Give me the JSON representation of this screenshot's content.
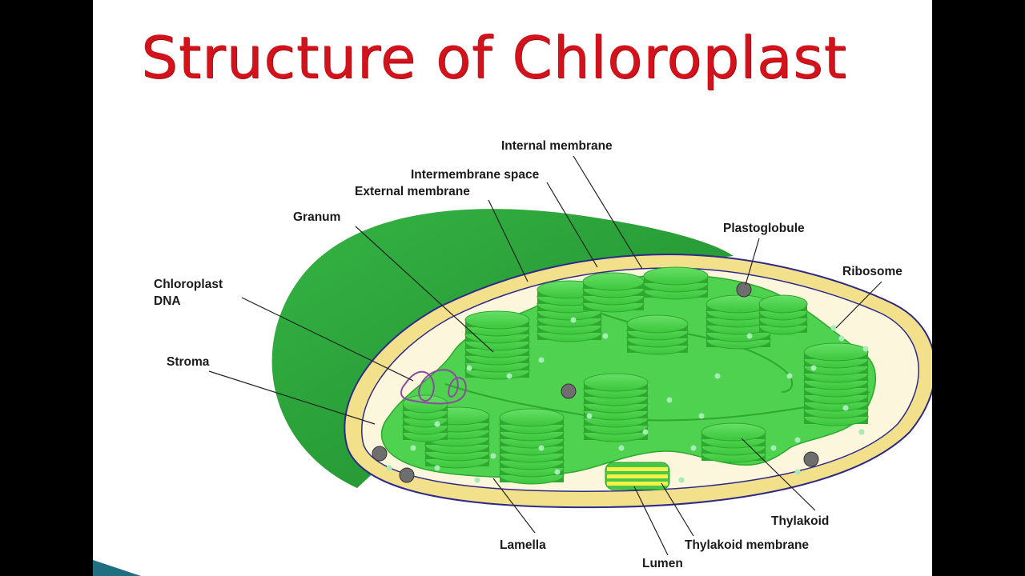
{
  "slide": {
    "title": "Structure of Chloroplast"
  },
  "colors": {
    "title": "#d2131c",
    "outer_membrane": "#2e9e3a",
    "intermembrane": "#f3e08a",
    "stroma": "#fbf6dc",
    "thylakoid": "#4fd24f",
    "thylakoid_dark": "#2ea82e",
    "lumen": "#f7f14a",
    "plastoglobule": "#6e6e6e",
    "ribosome": "#a6ecb8",
    "dna": "#8e4a9e"
  },
  "labels": {
    "internal_membrane": "Internal membrane",
    "intermembrane_space": "Intermembrane space",
    "external_membrane": "External membrane",
    "granum": "Granum",
    "plastoglobule": "Plastoglobule",
    "ribosome": "Ribosome",
    "chloroplast_dna_1": "Chloroplast",
    "chloroplast_dna_2": "DNA",
    "stroma": "Stroma",
    "thylakoid": "Thylakoid",
    "lamella": "Lamella",
    "thylakoid_membrane": "Thylakoid membrane",
    "lumen": "Lumen"
  },
  "icons": {
    "diagram": "chloroplast-cross-section-illustration"
  }
}
